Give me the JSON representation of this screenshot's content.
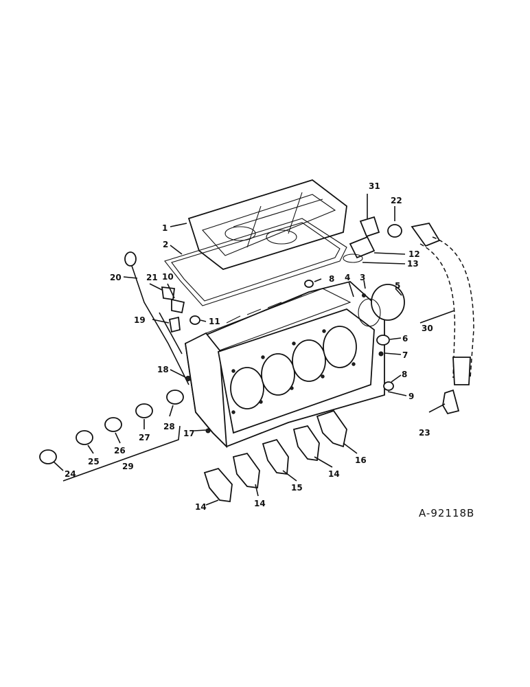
{
  "reference_code": "A-92118B",
  "callouts": [
    "1",
    "2",
    "3",
    "4",
    "5",
    "6",
    "7",
    "8",
    "8",
    "9",
    "10",
    "11",
    "12",
    "13",
    "14",
    "14",
    "14",
    "15",
    "16",
    "17",
    "18",
    "19",
    "20",
    "21",
    "22",
    "23",
    "24",
    "25",
    "26",
    "27",
    "28",
    "29",
    "30",
    "31"
  ]
}
